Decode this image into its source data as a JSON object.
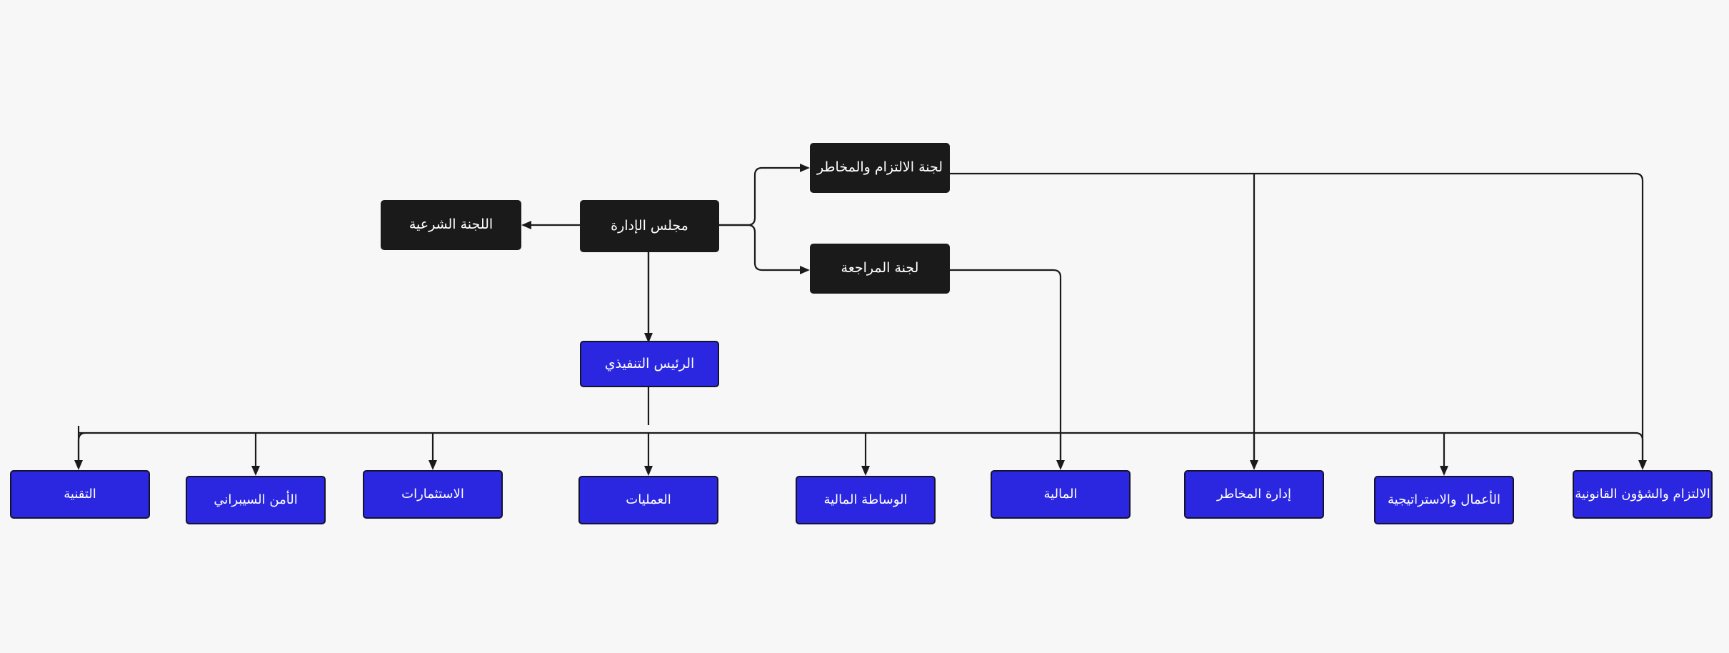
{
  "diagram": {
    "type": "organization-chart",
    "direction": "rtl",
    "background_color": "#f7f7f7",
    "palette": {
      "governance_fill": "#1a1a1a",
      "governance_text": "#ffffff",
      "department_fill": "#2b26e0",
      "department_border": "#15122e",
      "department_text": "#ffffff",
      "edge_color": "#1a1a1a"
    },
    "nodes": {
      "board": {
        "label": "مجلس الإدارة",
        "kind": "governance"
      },
      "sharia_committee": {
        "label": "اللجنة الشرعية",
        "kind": "governance"
      },
      "compliance_risk_committee": {
        "label": "لجنة الالتزام والمخاطر",
        "kind": "governance"
      },
      "audit_committee": {
        "label": "لجنة المراجعة",
        "kind": "governance"
      },
      "ceo": {
        "label": "الرئيس التنفيذي",
        "kind": "executive"
      }
    },
    "departments": [
      {
        "id": "technology",
        "label": "التقنية"
      },
      {
        "id": "cybersecurity",
        "label": "الأمن السيبراني"
      },
      {
        "id": "investments",
        "label": "الاستثمارات"
      },
      {
        "id": "operations",
        "label": "العمليات"
      },
      {
        "id": "brokerage",
        "label": "الوساطة المالية"
      },
      {
        "id": "finance",
        "label": "المالية"
      },
      {
        "id": "risk_management",
        "label": "إدارة المخاطر"
      },
      {
        "id": "business_strategy",
        "label": "الأعمال والاستراتيجية"
      },
      {
        "id": "compliance_legal",
        "label": "الالتزام والشؤون القانونية"
      }
    ],
    "edges": [
      {
        "from": "board",
        "to": "sharia_committee"
      },
      {
        "from": "board",
        "to": "compliance_risk_committee"
      },
      {
        "from": "board",
        "to": "audit_committee"
      },
      {
        "from": "board",
        "to": "ceo"
      },
      {
        "from": "ceo",
        "to": "technology"
      },
      {
        "from": "ceo",
        "to": "cybersecurity"
      },
      {
        "from": "ceo",
        "to": "investments"
      },
      {
        "from": "ceo",
        "to": "operations"
      },
      {
        "from": "ceo",
        "to": "brokerage"
      },
      {
        "from": "ceo",
        "to": "finance"
      },
      {
        "from": "ceo",
        "to": "risk_management"
      },
      {
        "from": "ceo",
        "to": "business_strategy"
      },
      {
        "from": "ceo",
        "to": "compliance_legal"
      },
      {
        "from": "audit_committee",
        "to": "finance"
      },
      {
        "from": "compliance_risk_committee",
        "to": "risk_management"
      },
      {
        "from": "compliance_risk_committee",
        "to": "compliance_legal"
      }
    ]
  }
}
